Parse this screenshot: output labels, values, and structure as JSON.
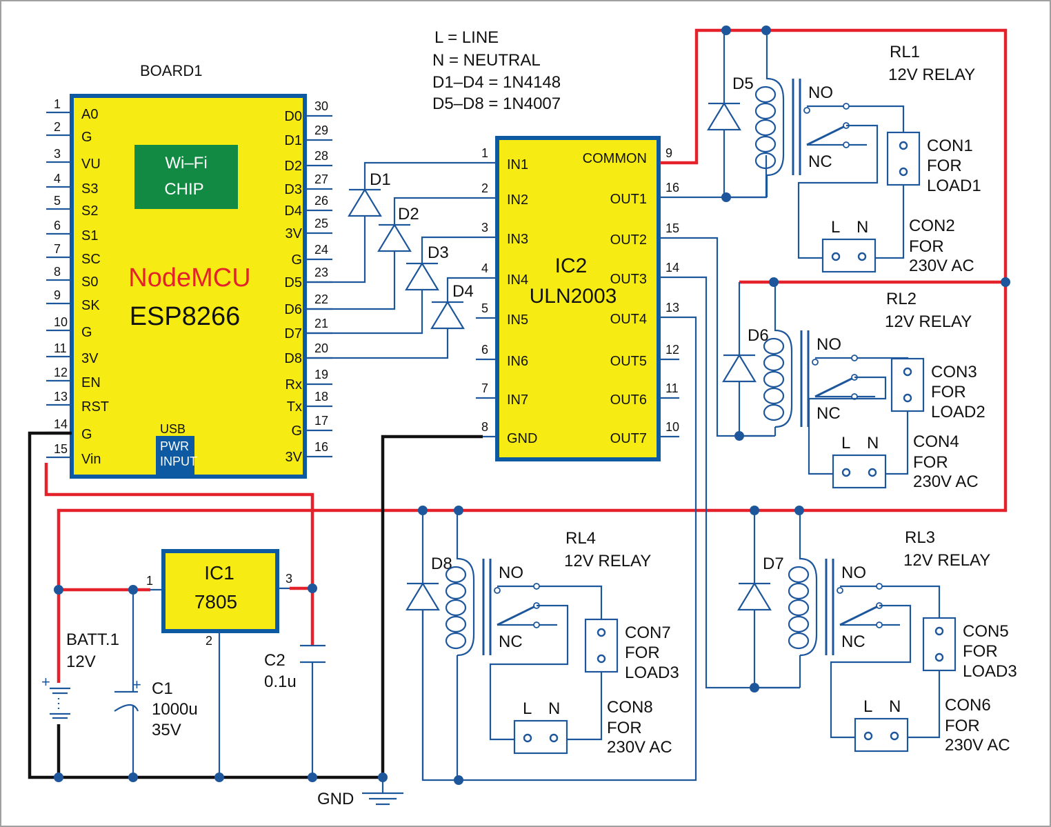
{
  "notes": [
    "L = LINE",
    "N = NEUTRAL",
    "D1–D4 = 1N4148",
    "D5–D8 = 1N4007"
  ],
  "board1": {
    "ref": "BOARD1",
    "name": "NodeMCU",
    "chip": "ESP8266",
    "wifi_line1": "Wi–Fi",
    "wifi_line2": "CHIP",
    "usb": "USB",
    "pwr_line1": "PWR",
    "pwr_line2": "INPUT",
    "left_pins": [
      {
        "num": "1",
        "label": "A0"
      },
      {
        "num": "2",
        "label": "G"
      },
      {
        "num": "3",
        "label": "VU"
      },
      {
        "num": "4",
        "label": "S3"
      },
      {
        "num": "5",
        "label": "S2"
      },
      {
        "num": "6",
        "label": "S1"
      },
      {
        "num": "7",
        "label": "SC"
      },
      {
        "num": "8",
        "label": "S0"
      },
      {
        "num": "9",
        "label": "SK"
      },
      {
        "num": "10",
        "label": "G"
      },
      {
        "num": "11",
        "label": "3V"
      },
      {
        "num": "12",
        "label": "EN"
      },
      {
        "num": "13",
        "label": "RST"
      },
      {
        "num": "14",
        "label": "G"
      },
      {
        "num": "15",
        "label": "Vin"
      }
    ],
    "right_pins": [
      {
        "num": "30",
        "label": "D0"
      },
      {
        "num": "29",
        "label": "D1"
      },
      {
        "num": "28",
        "label": "D2"
      },
      {
        "num": "27",
        "label": "D3"
      },
      {
        "num": "26",
        "label": "D4"
      },
      {
        "num": "25",
        "label": "3V"
      },
      {
        "num": "24",
        "label": "G"
      },
      {
        "num": "23",
        "label": "D5"
      },
      {
        "num": "22",
        "label": "D6"
      },
      {
        "num": "21",
        "label": "D7"
      },
      {
        "num": "20",
        "label": "D8"
      },
      {
        "num": "19",
        "label": "Rx"
      },
      {
        "num": "18",
        "label": "Tx"
      },
      {
        "num": "17",
        "label": "G"
      },
      {
        "num": "16",
        "label": "3V"
      }
    ]
  },
  "ic2": {
    "ref": "IC2",
    "part": "ULN2003",
    "left_pins": [
      {
        "num": "1",
        "label": "IN1"
      },
      {
        "num": "2",
        "label": "IN2"
      },
      {
        "num": "3",
        "label": "IN3"
      },
      {
        "num": "4",
        "label": "IN4"
      },
      {
        "num": "5",
        "label": "IN5"
      },
      {
        "num": "6",
        "label": "IN6"
      },
      {
        "num": "7",
        "label": "IN7"
      },
      {
        "num": "8",
        "label": "GND"
      }
    ],
    "right_pins": [
      {
        "num": "9",
        "label": "COMMON"
      },
      {
        "num": "16",
        "label": "OUT1"
      },
      {
        "num": "15",
        "label": "OUT2"
      },
      {
        "num": "14",
        "label": "OUT3"
      },
      {
        "num": "13",
        "label": "OUT4"
      },
      {
        "num": "12",
        "label": "OUT5"
      },
      {
        "num": "11",
        "label": "OUT6"
      },
      {
        "num": "10",
        "label": "OUT7"
      }
    ]
  },
  "diodes": {
    "d1": "D1",
    "d2": "D2",
    "d3": "D3",
    "d4": "D4",
    "d5": "D5",
    "d6": "D6",
    "d7": "D7",
    "d8": "D8"
  },
  "relays": [
    {
      "ref": "RL1",
      "type": "12V RELAY",
      "no": "NO",
      "nc": "NC",
      "load_con": "CON1",
      "load_for": "FOR",
      "load_name": "LOAD1",
      "ac_con": "CON2",
      "ac_for": "FOR",
      "ac_name": "230V AC",
      "l": "L",
      "n": "N"
    },
    {
      "ref": "RL2",
      "type": "12V RELAY",
      "no": "NO",
      "nc": "NC",
      "load_con": "CON3",
      "load_for": "FOR",
      "load_name": "LOAD2",
      "ac_con": "CON4",
      "ac_for": "FOR",
      "ac_name": "230V AC",
      "l": "L",
      "n": "N"
    },
    {
      "ref": "RL3",
      "type": "12V RELAY",
      "no": "NO",
      "nc": "NC",
      "load_con": "CON5",
      "load_for": "FOR",
      "load_name": "LOAD3",
      "ac_con": "CON6",
      "ac_for": "FOR",
      "ac_name": "230V AC",
      "l": "L",
      "n": "N"
    },
    {
      "ref": "RL4",
      "type": "12V RELAY",
      "no": "NO",
      "nc": "NC",
      "load_con": "CON7",
      "load_for": "FOR",
      "load_name": "LOAD3",
      "ac_con": "CON8",
      "ac_for": "FOR",
      "ac_name": "230V AC",
      "l": "L",
      "n": "N"
    }
  ],
  "ic1": {
    "ref": "IC1",
    "part": "7805",
    "pin1": "1",
    "pin2": "2",
    "pin3": "3"
  },
  "battery": {
    "ref": "BATT.1",
    "value": "12V",
    "plus": "+"
  },
  "c1": {
    "ref": "C1",
    "value": "1000u",
    "voltage": "35V",
    "plus": "+"
  },
  "c2": {
    "ref": "C2",
    "value": "0.1u"
  },
  "gnd": "GND",
  "colors": {
    "wire": "#1d569b",
    "supply_12v": "#e3222b",
    "ground": "#111111",
    "ic_fill": "#f6ec14",
    "ic_border": "#0d5aa2",
    "wifi_chip": "#138a43",
    "nodemcu_text": "#e3222b"
  }
}
